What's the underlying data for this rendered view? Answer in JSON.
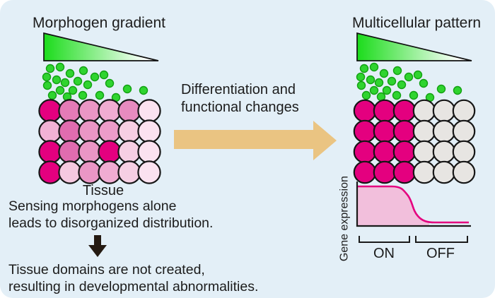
{
  "colors": {
    "panel_bg": "#E3EFF7",
    "text": "#1C1C1C",
    "axis": "#1A1A1A",
    "cell_outline": "#161616",
    "magenta": "#E4007F",
    "gray_cell": "#E7E5E2",
    "dot_fill": "#2FD42F",
    "dot_stroke": "#12A012",
    "triangle_green": "#1BDC1B",
    "triangle_white": "#FDFFFD",
    "triangle_outline": "#111111",
    "tan_arrow": "#EAC482",
    "black_arrow": "#241A12",
    "curve": "#E4007F",
    "curve_fill": "#F2BFDC"
  },
  "left": {
    "title": "Morphogen gradient",
    "tissue_label": "Tissue",
    "grid": [
      [
        "#E4007F",
        "#E47BB7",
        "#EA96C5",
        "#F0ACD2",
        "#E78BBF",
        "#FBE2F0"
      ],
      [
        "#F2B2D5",
        "#E06CAF",
        "#EA96C5",
        "#EC9CC9",
        "#F6CFE3",
        "#FBE2F0"
      ],
      [
        "#E4007F",
        "#E06CAF",
        "#EA96C5",
        "#E4007F",
        "#F6CFE3",
        "#FBE2F0"
      ],
      [
        "#E4007F",
        "#F5C9E0",
        "#EA96C5",
        "#F0ACD2",
        "#F6CFE3",
        "#FBE2F0"
      ]
    ]
  },
  "middle": {
    "line1": "Differentiation and",
    "line2": "functional changes"
  },
  "right": {
    "title": "Multicellular pattern",
    "grid": [
      [
        "#E4007F",
        "#E4007F",
        "#E4007F",
        "#E7E5E2",
        "#E7E5E2",
        "#E7E5E2"
      ],
      [
        "#E4007F",
        "#E4007F",
        "#E4007F",
        "#E7E5E2",
        "#E7E5E2",
        "#E7E5E2"
      ],
      [
        "#E4007F",
        "#E4007F",
        "#E4007F",
        "#E7E5E2",
        "#E7E5E2",
        "#E7E5E2"
      ],
      [
        "#E4007F",
        "#E4007F",
        "#E4007F",
        "#E7E5E2",
        "#E7E5E2",
        "#E7E5E2"
      ]
    ]
  },
  "chart": {
    "ylabel": "Gene expression",
    "on_label": "ON",
    "off_label": "OFF"
  },
  "chart_data": {
    "type": "line",
    "ylabel": "Gene expression",
    "x_regions": [
      "ON",
      "OFF"
    ],
    "description": "Decreasing sigmoid: high plateau of gene expression over ON domain, sharp drop at domain boundary, low plateau over OFF domain; area under curve shaded pink",
    "series": [
      {
        "name": "gene expression",
        "x": [
          0,
          0.33,
          0.42,
          0.5,
          0.58,
          0.67,
          1.0
        ],
        "y": [
          1.0,
          1.0,
          0.9,
          0.5,
          0.12,
          0.03,
          0.03
        ]
      }
    ]
  },
  "bottom": {
    "line1": "Sensing morphogens alone",
    "line2": "leads to disorganized distribution.",
    "line3": "Tissue domains are not created,",
    "line4": "resulting in developmental abnormalities."
  },
  "dots": [
    [
      71,
      97
    ],
    [
      85,
      95
    ],
    [
      99,
      104
    ],
    [
      118,
      100
    ],
    [
      66,
      109
    ],
    [
      80,
      113
    ],
    [
      92,
      117
    ],
    [
      110,
      115
    ],
    [
      134,
      109
    ],
    [
      147,
      106
    ],
    [
      67,
      121
    ],
    [
      85,
      128
    ],
    [
      103,
      128
    ],
    [
      124,
      120
    ],
    [
      155,
      118
    ],
    [
      180,
      126
    ],
    [
      203,
      128
    ],
    [
      74,
      135
    ],
    [
      95,
      137
    ],
    [
      117,
      135
    ],
    [
      141,
      135
    ],
    [
      164,
      138
    ]
  ]
}
